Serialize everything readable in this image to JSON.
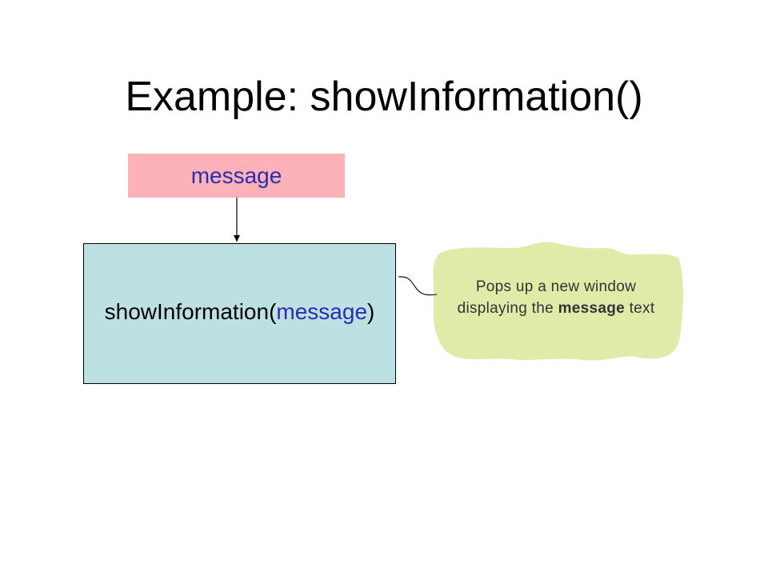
{
  "title": "Example: showInformation()",
  "input_box": {
    "label": "message",
    "color": "#fdb1b8"
  },
  "function_box": {
    "function_name": "showInformation(",
    "parameter": "message",
    "close_paren": ")",
    "color": "#bde0e3"
  },
  "callout": {
    "line1": "Pops up a new window",
    "line2_before": "displaying the ",
    "line2_bold": "message",
    "line2_after": " text",
    "color": "#dfeba8"
  }
}
